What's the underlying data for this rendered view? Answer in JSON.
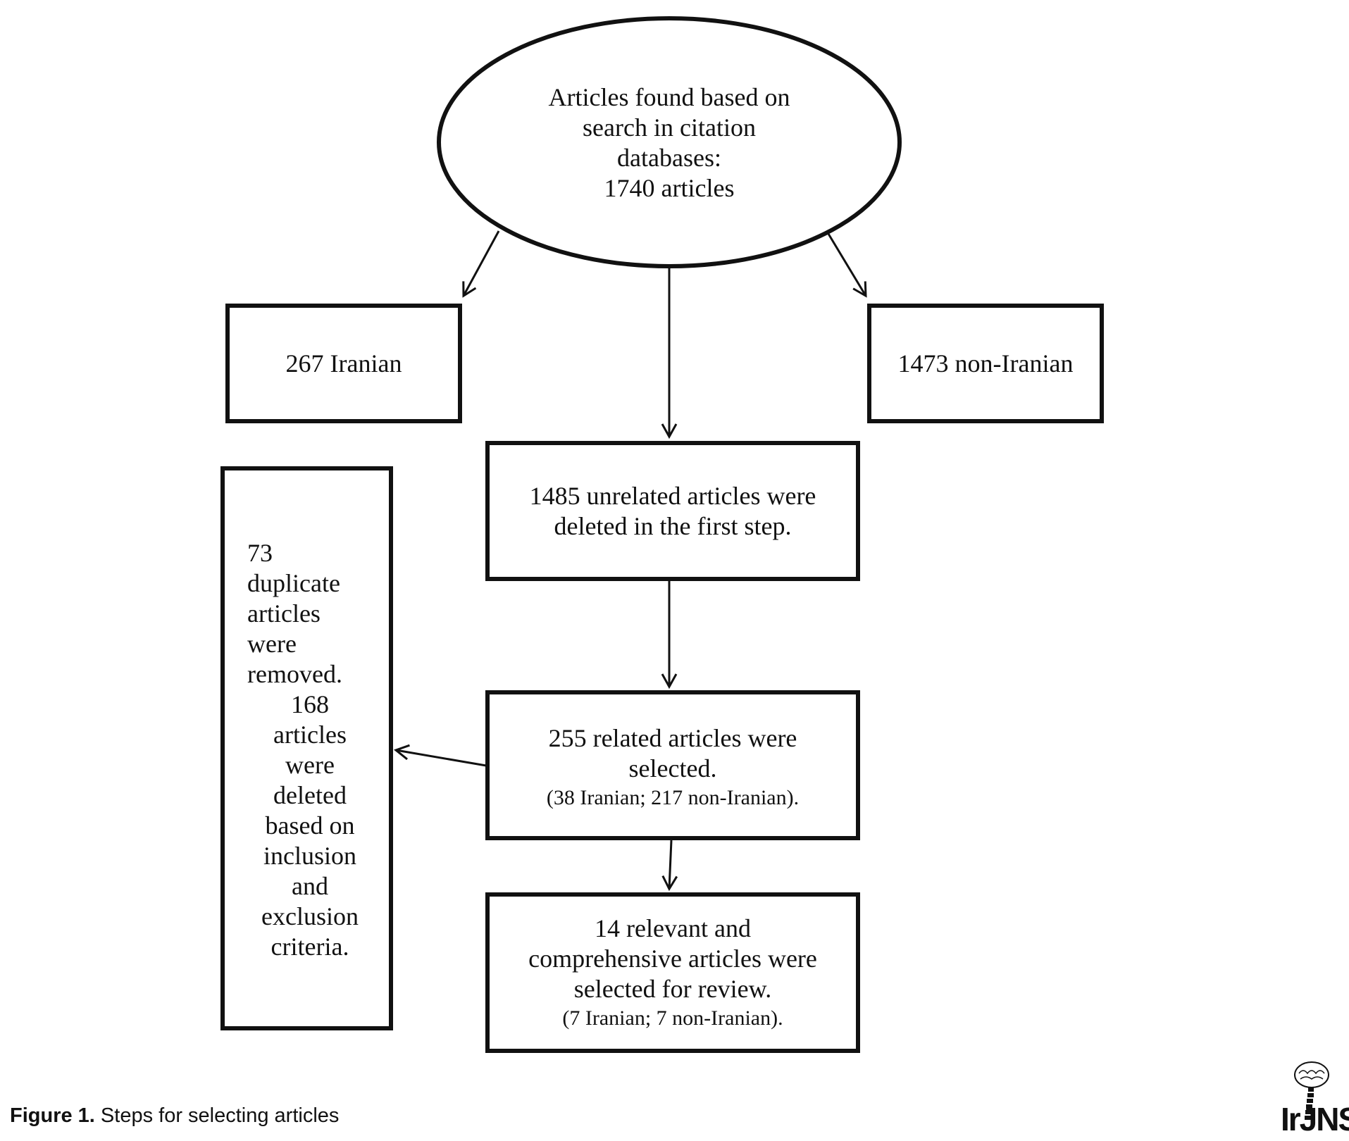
{
  "nodes": {
    "search": {
      "lines": [
        "Articles found based on",
        "search in citation",
        "databases:",
        "1740 articles"
      ]
    },
    "iranian": {
      "text": "267 Iranian"
    },
    "non_iranian": {
      "text": "1473 non-Iranian"
    },
    "unrelated": {
      "lines": [
        "1485 unrelated articles were",
        "deleted in the first step."
      ]
    },
    "related": {
      "lines": [
        "255 related articles were",
        "selected."
      ],
      "detail": "(38 Iranian; 217 non-Iranian)."
    },
    "final": {
      "lines": [
        "14 relevant and",
        "comprehensive articles were",
        "selected for review."
      ],
      "detail": "(7 Iranian; 7 non-Iranian)."
    },
    "excluded": {
      "lines_left": [
        "73",
        "duplicate",
        "articles",
        "were",
        "removed."
      ],
      "lines_center": [
        "168",
        "articles",
        "were",
        "deleted",
        "based on",
        "inclusion",
        "and",
        "exclusion",
        "criteria."
      ]
    }
  },
  "caption": {
    "label": "Figure 1.",
    "text": " Steps for selecting articles"
  },
  "logo": {
    "text": "IrJNS",
    "icon": "brain-spine-logo-icon"
  },
  "colors": {
    "stroke": "#111111",
    "background": "#ffffff"
  }
}
